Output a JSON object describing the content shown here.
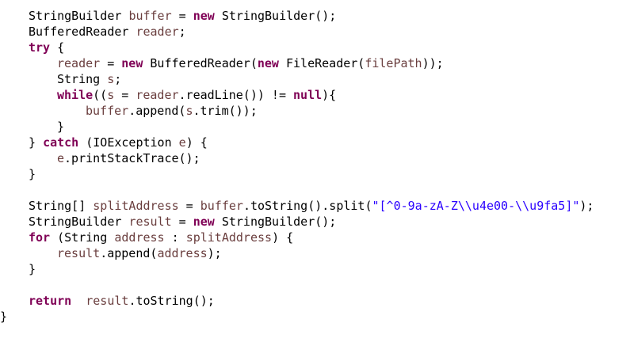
{
  "colors": {
    "background": "#ffffff",
    "plain": "#000000",
    "keyword": "#7f0055",
    "variable": "#6a3e3e",
    "string": "#2a00ff"
  },
  "code": {
    "lines": [
      {
        "indent": 4,
        "tokens": [
          {
            "t": "StringBuilder ",
            "c": "plain"
          },
          {
            "t": "buffer",
            "c": "fld"
          },
          {
            "t": " = ",
            "c": "plain"
          },
          {
            "t": "new",
            "c": "kw"
          },
          {
            "t": " StringBuilder();",
            "c": "plain"
          }
        ]
      },
      {
        "indent": 4,
        "tokens": [
          {
            "t": "BufferedReader ",
            "c": "plain"
          },
          {
            "t": "reader",
            "c": "fld"
          },
          {
            "t": ";",
            "c": "plain"
          }
        ]
      },
      {
        "indent": 4,
        "tokens": [
          {
            "t": "try",
            "c": "kw"
          },
          {
            "t": " {",
            "c": "plain"
          }
        ]
      },
      {
        "indent": 8,
        "tokens": [
          {
            "t": "reader",
            "c": "fld"
          },
          {
            "t": " = ",
            "c": "plain"
          },
          {
            "t": "new",
            "c": "kw"
          },
          {
            "t": " BufferedReader(",
            "c": "plain"
          },
          {
            "t": "new",
            "c": "kw"
          },
          {
            "t": " FileReader(",
            "c": "plain"
          },
          {
            "t": "filePath",
            "c": "fld"
          },
          {
            "t": "));",
            "c": "plain"
          }
        ]
      },
      {
        "indent": 8,
        "tokens": [
          {
            "t": "String ",
            "c": "plain"
          },
          {
            "t": "s",
            "c": "fld"
          },
          {
            "t": ";",
            "c": "plain"
          }
        ]
      },
      {
        "indent": 8,
        "tokens": [
          {
            "t": "while",
            "c": "kw"
          },
          {
            "t": "((",
            "c": "plain"
          },
          {
            "t": "s",
            "c": "fld"
          },
          {
            "t": " = ",
            "c": "plain"
          },
          {
            "t": "reader",
            "c": "fld"
          },
          {
            "t": ".readLine()) != ",
            "c": "plain"
          },
          {
            "t": "null",
            "c": "kw"
          },
          {
            "t": "){",
            "c": "plain"
          }
        ]
      },
      {
        "indent": 12,
        "tokens": [
          {
            "t": "buffer",
            "c": "fld"
          },
          {
            "t": ".append(",
            "c": "plain"
          },
          {
            "t": "s",
            "c": "fld"
          },
          {
            "t": ".trim());",
            "c": "plain"
          }
        ]
      },
      {
        "indent": 8,
        "tokens": [
          {
            "t": "}",
            "c": "plain"
          }
        ]
      },
      {
        "indent": 4,
        "tokens": [
          {
            "t": "} ",
            "c": "plain"
          },
          {
            "t": "catch",
            "c": "kw"
          },
          {
            "t": " (IOException ",
            "c": "plain"
          },
          {
            "t": "e",
            "c": "fld"
          },
          {
            "t": ") {",
            "c": "plain"
          }
        ]
      },
      {
        "indent": 8,
        "tokens": [
          {
            "t": "e",
            "c": "fld"
          },
          {
            "t": ".printStackTrace();",
            "c": "plain"
          }
        ]
      },
      {
        "indent": 4,
        "tokens": [
          {
            "t": "}",
            "c": "plain"
          }
        ]
      },
      {
        "indent": 0,
        "tokens": []
      },
      {
        "indent": 4,
        "tokens": [
          {
            "t": "String[] ",
            "c": "plain"
          },
          {
            "t": "splitAddress",
            "c": "fld"
          },
          {
            "t": " = ",
            "c": "plain"
          },
          {
            "t": "buffer",
            "c": "fld"
          },
          {
            "t": ".toString().split(",
            "c": "plain"
          },
          {
            "t": "\"[^0-9a-zA-Z\\\\u4e00-\\\\u9fa5]\"",
            "c": "str"
          },
          {
            "t": ");",
            "c": "plain"
          }
        ]
      },
      {
        "indent": 4,
        "tokens": [
          {
            "t": "StringBuilder ",
            "c": "plain"
          },
          {
            "t": "result",
            "c": "fld"
          },
          {
            "t": " = ",
            "c": "plain"
          },
          {
            "t": "new",
            "c": "kw"
          },
          {
            "t": " StringBuilder();",
            "c": "plain"
          }
        ]
      },
      {
        "indent": 4,
        "tokens": [
          {
            "t": "for",
            "c": "kw"
          },
          {
            "t": " (String ",
            "c": "plain"
          },
          {
            "t": "address",
            "c": "fld"
          },
          {
            "t": " : ",
            "c": "plain"
          },
          {
            "t": "splitAddress",
            "c": "fld"
          },
          {
            "t": ") {",
            "c": "plain"
          }
        ]
      },
      {
        "indent": 8,
        "tokens": [
          {
            "t": "result",
            "c": "fld"
          },
          {
            "t": ".append(",
            "c": "plain"
          },
          {
            "t": "address",
            "c": "fld"
          },
          {
            "t": ");",
            "c": "plain"
          }
        ]
      },
      {
        "indent": 4,
        "tokens": [
          {
            "t": "}",
            "c": "plain"
          }
        ]
      },
      {
        "indent": 0,
        "tokens": []
      },
      {
        "indent": 4,
        "tokens": [
          {
            "t": "return",
            "c": "kw"
          },
          {
            "t": "  ",
            "c": "plain"
          },
          {
            "t": "result",
            "c": "fld"
          },
          {
            "t": ".toString();",
            "c": "plain"
          }
        ]
      },
      {
        "indent": 0,
        "tokens": [
          {
            "t": "}",
            "c": "plain"
          }
        ]
      }
    ]
  }
}
